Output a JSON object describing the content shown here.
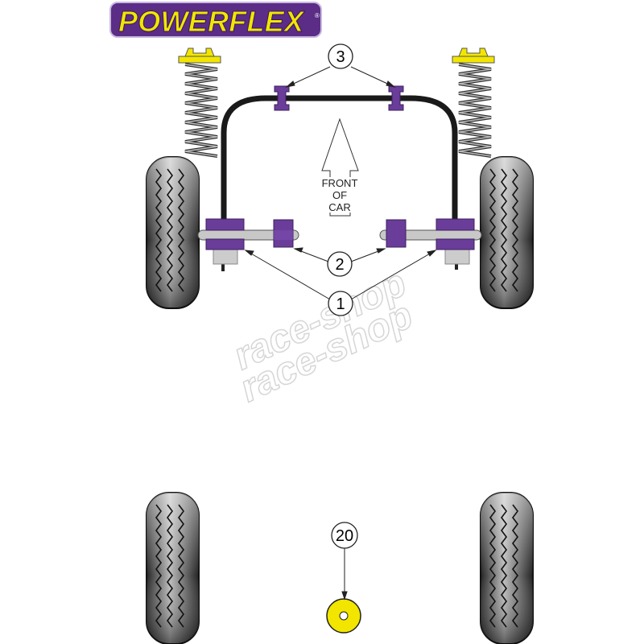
{
  "logo": {
    "text": "POWERFLEX",
    "registered": "®"
  },
  "front_label": {
    "line1": "FRONT",
    "line2": "OF",
    "line3": "CAR"
  },
  "callouts": [
    {
      "id": "callout-1",
      "label": "1"
    },
    {
      "id": "callout-2",
      "label": "2"
    },
    {
      "id": "callout-3",
      "label": "3"
    },
    {
      "id": "callout-20",
      "label": "20"
    }
  ],
  "watermark": {
    "text": "race-shop"
  },
  "colors": {
    "purple": "#6a3d9a",
    "yellow": "#f2e600",
    "tyre": "#3a3a3a",
    "bar": "#c8c8c8"
  }
}
